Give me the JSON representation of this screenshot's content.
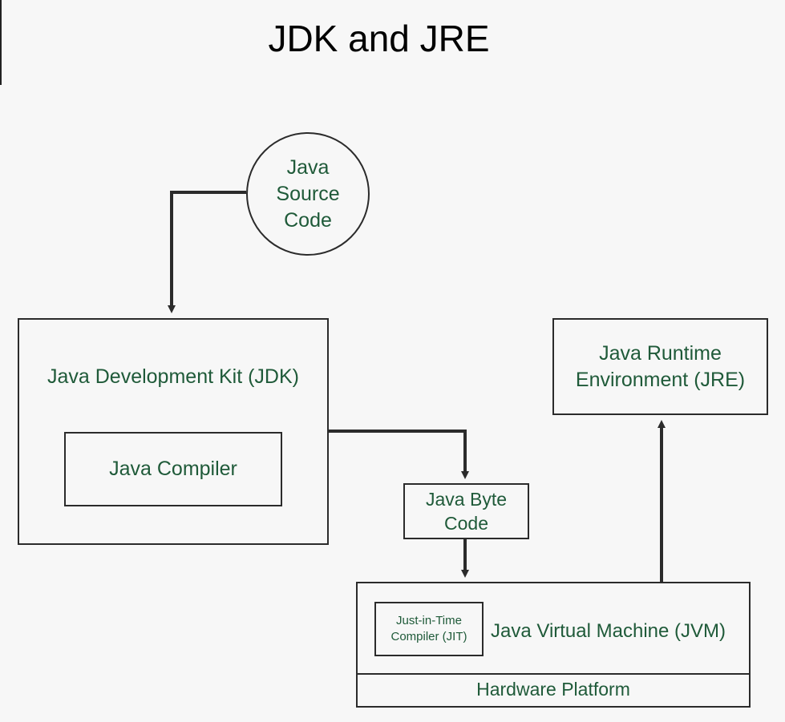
{
  "title": "JDK and JRE",
  "colors": {
    "background": "#f7f7f7",
    "stroke": "#2b2b2b",
    "label_text": "#1f5a39",
    "title_text": "#000000"
  },
  "nodes": {
    "source": {
      "label": "Java Source Code",
      "shape": "circle"
    },
    "jdk": {
      "label": "Java Development Kit (JDK)"
    },
    "compiler": {
      "label": "Java Compiler"
    },
    "jre": {
      "label": "Java Runtime Environment (JRE)"
    },
    "bytecode": {
      "label": "Java Byte Code"
    },
    "jvm": {
      "label": "Java Virtual Machine (JVM)"
    },
    "jit": {
      "label": "Just-in-Time Compiler (JIT)"
    },
    "hardware": {
      "label": "Hardware Platform"
    }
  },
  "edges": [
    {
      "from": "source",
      "to": "jdk"
    },
    {
      "from": "jdk",
      "to": "bytecode"
    },
    {
      "from": "bytecode",
      "to": "jvm"
    },
    {
      "from": "jvm",
      "to": "jre"
    }
  ]
}
